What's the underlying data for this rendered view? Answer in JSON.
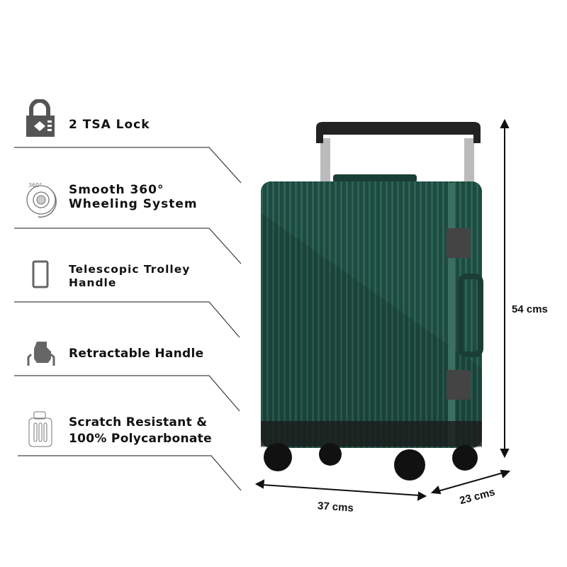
{
  "features": [
    {
      "icon": "lock-icon",
      "line1": "2 TSA Lock",
      "line2": ""
    },
    {
      "icon": "wheel-360-icon",
      "line1": "Smooth 360°",
      "line2": "Wheeling System"
    },
    {
      "icon": "trolley-handle-icon",
      "line1": "Telescopic Trolley",
      "line2": "Handle"
    },
    {
      "icon": "hand-grip-icon",
      "line1": "Retractable Handle",
      "line2": ""
    },
    {
      "icon": "suitcase-outline-icon",
      "line1": "Scratch Resistant &",
      "line2": "100% Polycarbonate"
    }
  ],
  "dimensions": {
    "height": "54 cms",
    "width": "37 cms",
    "depth": "23 cms"
  },
  "colors": {
    "body": "#1f4a40",
    "text": "#111111",
    "icon": "#555555"
  }
}
